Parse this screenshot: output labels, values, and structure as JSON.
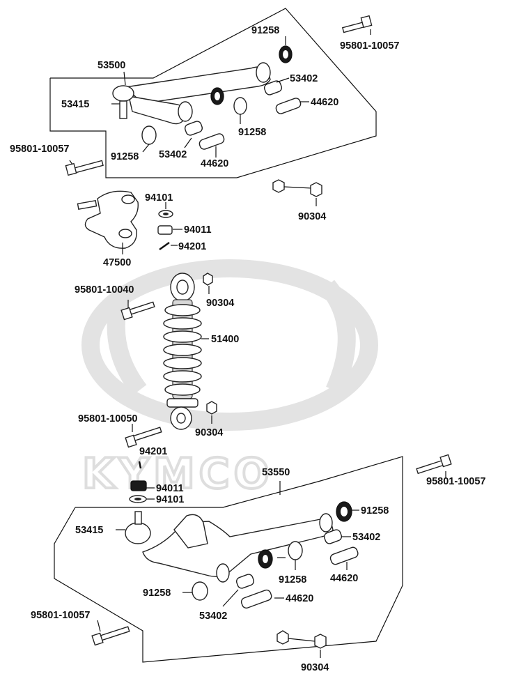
{
  "watermark": {
    "brand": "KYMCO"
  },
  "upper_arm_assembly": {
    "assembly_label": "53500",
    "labels": {
      "bushing_top": "91258",
      "bolt_top_right": "95801-10057",
      "collar_a": "53402",
      "ball_joint": "53415",
      "sleeve_a": "44620",
      "bushing_mid": "91258",
      "bushing_low": "91258",
      "collar_b": "53402",
      "sleeve_b": "44620",
      "bolt_left": "95801-10057"
    }
  },
  "knuckle_assembly": {
    "labels": {
      "washer": "94101",
      "castle_nut": "94011",
      "cotter_pin": "94201",
      "knuckle": "47500",
      "nut_right": "90304"
    }
  },
  "shock_assembly": {
    "labels": {
      "bolt_top": "95801-10040",
      "nut_top": "90304",
      "shock": "51400",
      "bolt_bottom": "95801-10050",
      "nut_bottom": "90304",
      "cotter_pin": "94201",
      "castle_nut": "94011",
      "washer": "94101"
    }
  },
  "lower_arm_assembly": {
    "assembly_label": "53550",
    "labels": {
      "bolt_top_right": "95801-10057",
      "bushing_right": "91258",
      "ball_joint": "53415",
      "collar_a": "53402",
      "sleeve_a": "44620",
      "bushing_mid": "91258",
      "bushing_left": "91258",
      "collar_b": "53402",
      "sleeve_b": "44620",
      "bolt_left": "95801-10057",
      "nut": "90304"
    }
  }
}
